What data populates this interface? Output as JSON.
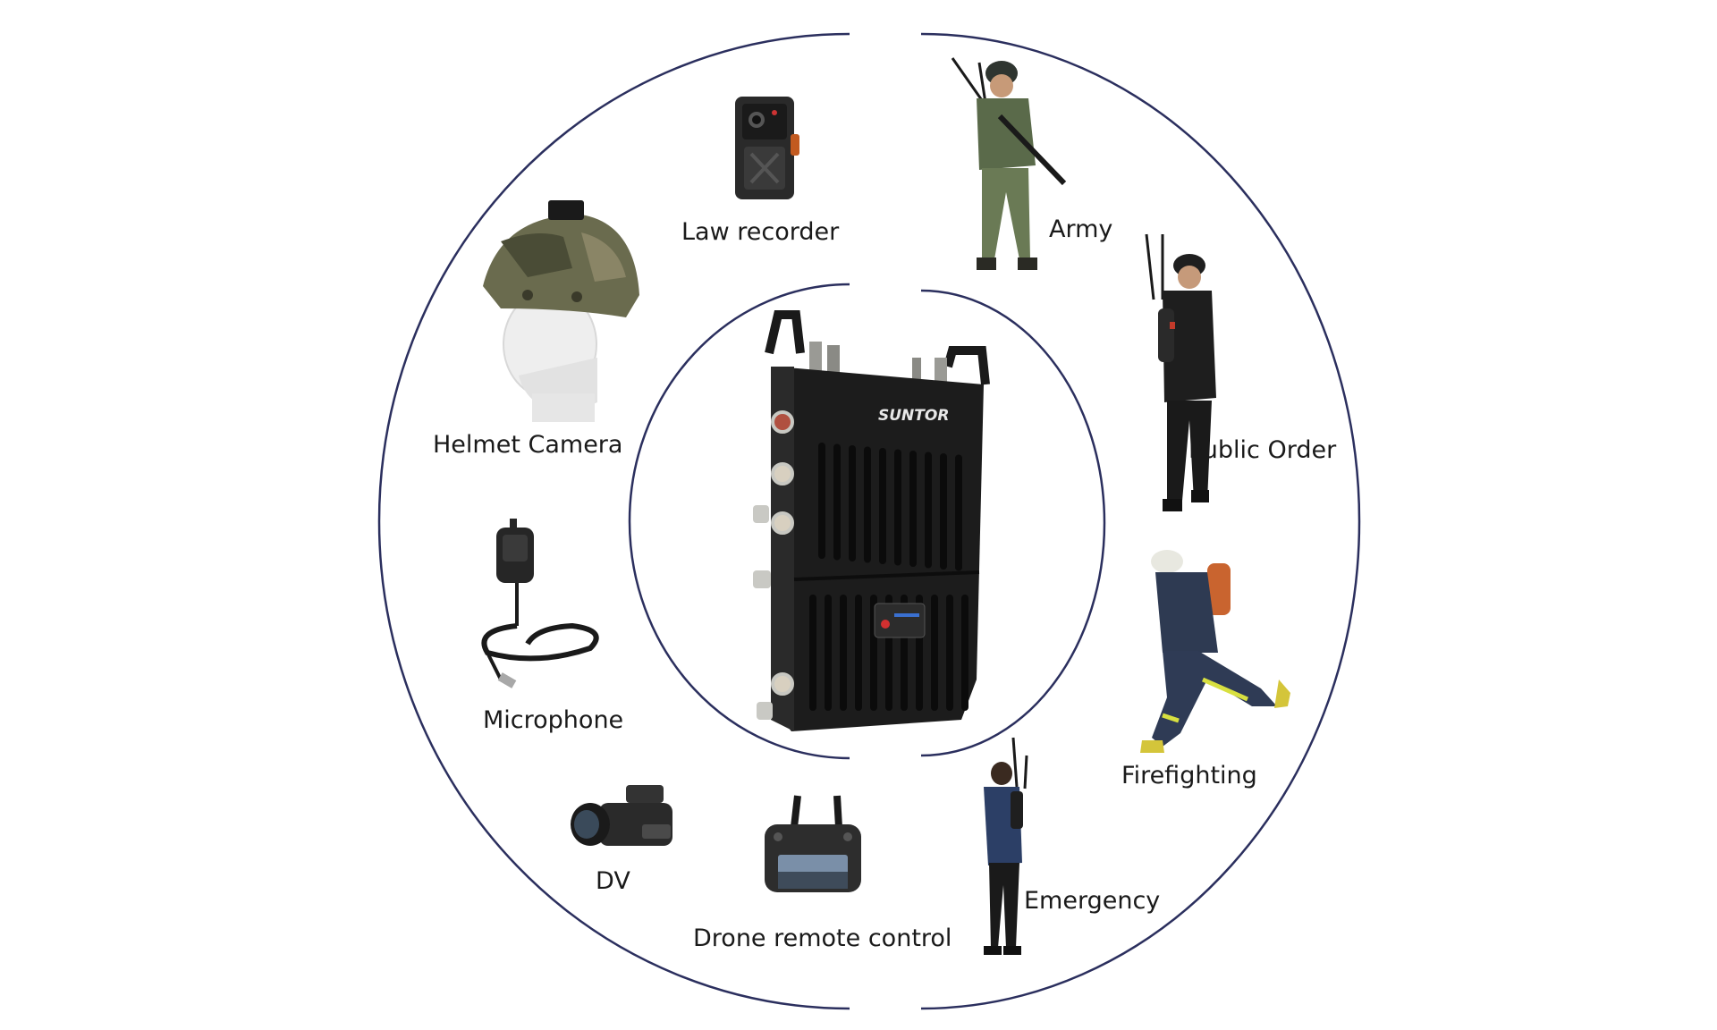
{
  "diagram": {
    "ring_color": "#2b2f5e",
    "center_device": {
      "brand_logo_text": "SUNTOR"
    },
    "left_group": {
      "items": [
        {
          "id": "law-recorder",
          "label": "Law recorder",
          "icon": "body-camera-icon"
        },
        {
          "id": "helmet-camera",
          "label": "Helmet Camera",
          "icon": "helmet-camera-icon"
        },
        {
          "id": "microphone",
          "label": "Microphone",
          "icon": "microphone-icon"
        },
        {
          "id": "dv",
          "label": "DV",
          "icon": "camcorder-icon"
        },
        {
          "id": "drone-remote-control",
          "label": "Drone remote control",
          "icon": "drone-controller-icon"
        }
      ]
    },
    "right_group": {
      "items": [
        {
          "id": "army",
          "label": "Army",
          "icon": "soldier-icon"
        },
        {
          "id": "public-order",
          "label": "Public Order",
          "icon": "police-officer-icon"
        },
        {
          "id": "firefighting",
          "label": "Firefighting",
          "icon": "firefighter-icon"
        },
        {
          "id": "emergency",
          "label": "Emergency",
          "icon": "rescue-worker-icon"
        }
      ]
    }
  }
}
